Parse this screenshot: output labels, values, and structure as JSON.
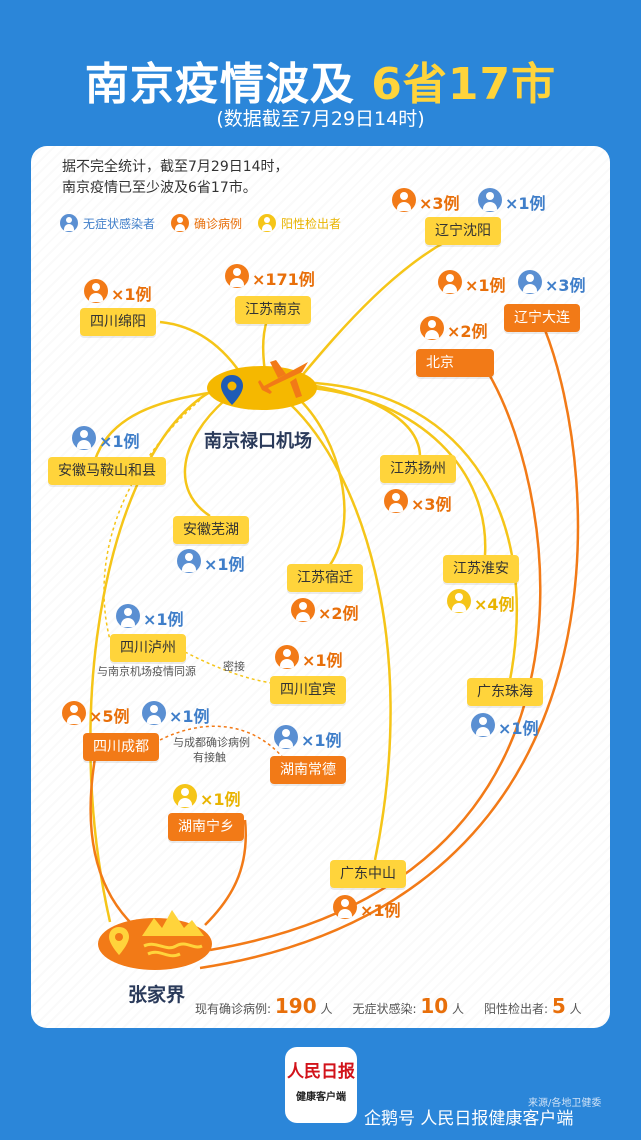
{
  "header": {
    "title_main": "南京疫情波及",
    "title_highlight": "6省17市",
    "subtitle": "(数据截至7月29日14时)"
  },
  "intro": {
    "line1": "据不完全统计，截至7月29日14时，",
    "line2": "南京疫情已至少波及6省17市。"
  },
  "legend": {
    "asymptomatic": "无症状感染者",
    "confirmed": "确诊病例",
    "positive": "阳性检出者"
  },
  "hubs": {
    "airport": "南京禄口机场",
    "zhangjiajie": "张家界"
  },
  "cities": [
    {
      "id": "liaoning-shenyang",
      "name": "辽宁沈阳",
      "counts": [
        "×3例",
        "×1例"
      ]
    },
    {
      "id": "liaoning-dalian",
      "name": "辽宁大连",
      "counts": [
        "×1例",
        "×3例"
      ]
    },
    {
      "id": "beijing",
      "name": "北京",
      "counts": [
        "×2例"
      ]
    },
    {
      "id": "jiangsu-nanjing",
      "name": "江苏南京",
      "counts": [
        "×171例"
      ]
    },
    {
      "id": "sichuan-mianyang",
      "name": "四川绵阳",
      "counts": [
        "×1例"
      ]
    },
    {
      "id": "anhui-maanshan-hexian",
      "name": "安徽马鞍山和县",
      "counts": [
        "×1例"
      ]
    },
    {
      "id": "jiangsu-yangzhou",
      "name": "江苏扬州",
      "counts": [
        "×3例"
      ]
    },
    {
      "id": "anhui-wuhu",
      "name": "安徽芜湖",
      "counts": [
        "×1例"
      ]
    },
    {
      "id": "jiangsu-suqian",
      "name": "江苏宿迁",
      "counts": [
        "×2例"
      ]
    },
    {
      "id": "jiangsu-huaian",
      "name": "江苏淮安",
      "counts": [
        "×4例"
      ]
    },
    {
      "id": "sichuan-luzhou",
      "name": "四川泸州",
      "counts": [
        "×1例"
      ]
    },
    {
      "id": "sichuan-yibin",
      "name": "四川宜宾",
      "counts": [
        "×1例"
      ]
    },
    {
      "id": "guangdong-zhuhai",
      "name": "广东珠海",
      "counts": [
        "×1例"
      ]
    },
    {
      "id": "sichuan-chengdu",
      "name": "四川成都",
      "counts": [
        "×5例",
        "×1例"
      ]
    },
    {
      "id": "hunan-changde",
      "name": "湖南常德",
      "counts": [
        "×1例"
      ]
    },
    {
      "id": "hunan-ningxiang",
      "name": "湖南宁乡",
      "counts": [
        "×1例"
      ]
    },
    {
      "id": "guangdong-zhongshan",
      "name": "广东中山",
      "counts": [
        "×1例"
      ]
    }
  ],
  "notes": {
    "luzhou": "与南京机场疫情同源",
    "close_contact": "密接",
    "chengdu_contact_1": "与成都确诊病例",
    "chengdu_contact_2": "有接触"
  },
  "stats": {
    "confirmed_label": "现有确诊病例:",
    "confirmed_value": "190",
    "confirmed_unit": "人",
    "asymptomatic_label": "无症状感染:",
    "asymptomatic_value": "10",
    "asymptomatic_unit": "人",
    "positive_label": "阳性检出者:",
    "positive_value": "5",
    "positive_unit": "人"
  },
  "footer": {
    "logo_top": "人民日报",
    "logo_bottom": "健康客户端",
    "source": "来源/各地卫健委",
    "watermark": "企鹅号 人民日报健康客户端"
  },
  "colors": {
    "background": "#2b86d9",
    "asymptomatic": "#5a8fd2",
    "confirmed": "#f27a17",
    "positive": "#f5c518",
    "highlight": "#ffd43b"
  }
}
